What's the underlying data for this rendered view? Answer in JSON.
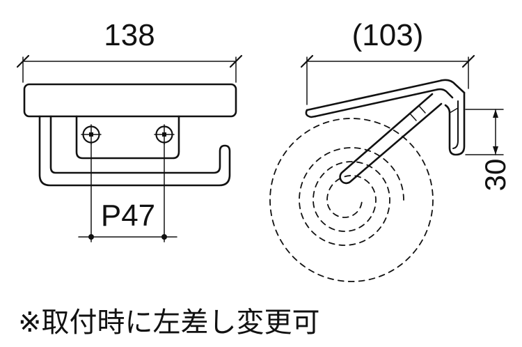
{
  "drawing": {
    "front_view": {
      "width_dim": "138",
      "pitch_dim": "P47"
    },
    "side_view": {
      "depth_dim": "(103)",
      "height_dim": "30"
    },
    "note": "※取付時に左差し変更可",
    "colors": {
      "line": "#111111",
      "background": "#ffffff"
    }
  }
}
